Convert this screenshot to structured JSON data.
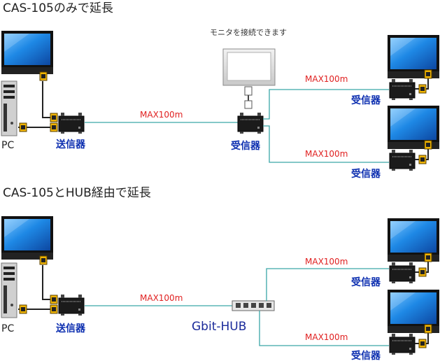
{
  "section1": {
    "title": "CAS-105のみで延長",
    "monitor_note": "モニタを接続できます",
    "pc_label": "PC",
    "tx_label": "送信器",
    "rx_mid_label": "受信器",
    "rx_top_label": "受信器",
    "rx_bottom_label": "受信器",
    "cable_tx_rx": "MAX100m",
    "cable_rx_top": "MAX100m",
    "cable_rx_bottom": "MAX100m"
  },
  "section2": {
    "title": "CAS-105とHUB経由で延長",
    "pc_label": "PC",
    "tx_label": "送信器",
    "hub_label": "Gbit-HUB",
    "rx_top_label": "受信器",
    "rx_bottom_label": "受信器",
    "cable_tx_hub": "MAX100m",
    "cable_hub_top": "MAX100m",
    "cable_hub_bottom": "MAX100m"
  },
  "colors": {
    "cable": "#3aa6a8",
    "label_red": "#e02020",
    "label_blue": "#0d2fb0",
    "screen_blue": "#1e88e5"
  }
}
